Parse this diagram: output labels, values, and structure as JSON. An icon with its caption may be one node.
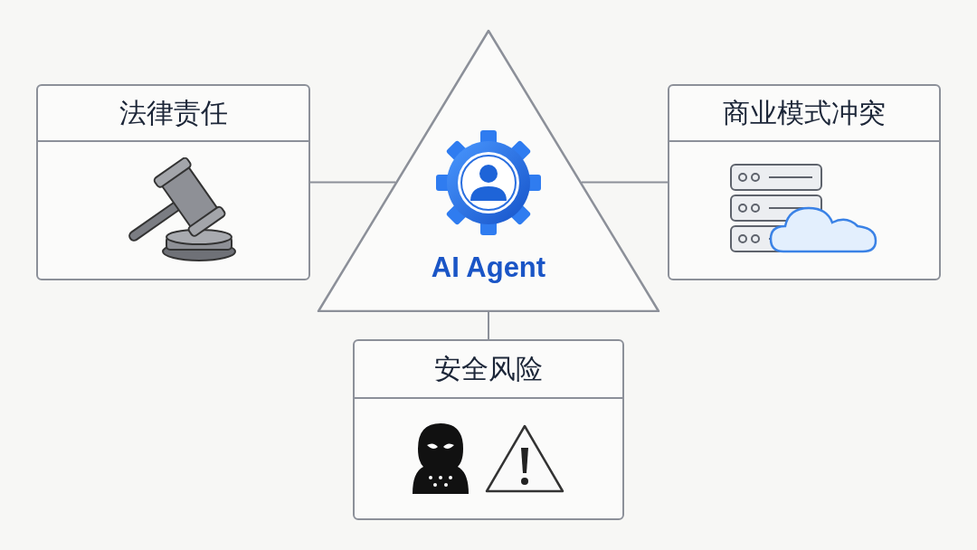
{
  "diagram": {
    "nodes": [
      {
        "text": [
          "AI Agent"
        ]
      },
      {
        "text": [
          "法律责任"
        ]
      },
      {
        "text": [
          "商业模式冲突"
        ]
      },
      {
        "text": [
          "安全风险"
        ]
      }
    ],
    "edges": [
      {
        "from": 1,
        "to": 0,
        "arrow": "none"
      },
      {
        "from": 0,
        "to": 2,
        "arrow": "none"
      },
      {
        "from": 0,
        "to": 3,
        "arrow": "none"
      }
    ]
  }
}
